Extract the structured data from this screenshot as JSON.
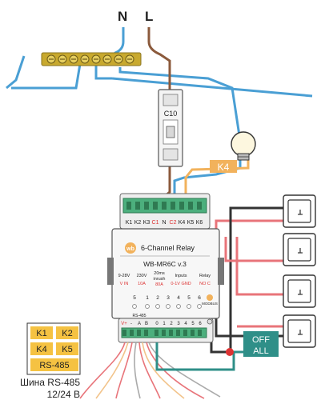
{
  "power": {
    "n_label": "N",
    "l_label": "L"
  },
  "breaker": {
    "label": "C10"
  },
  "lamp_wire_label": "K4",
  "relay": {
    "top_terminals": [
      "K1",
      "K2",
      "K3",
      "C1",
      "N",
      "C2",
      "K4",
      "K5",
      "K6"
    ],
    "title": "6-Channel Relay",
    "model": "WB-MR6C v.3",
    "spec_vin_top": "9-28V",
    "spec_vin_bottom": "V IN",
    "spec_ac_top": "230V",
    "spec_ac_bottom": "10A",
    "spec_inrush_top": "20ms",
    "spec_inrush_mid": "inrush",
    "spec_inrush_bottom": "80A",
    "inputs_label": "Inputs",
    "inputs_sub": "0-1V  GND",
    "relay_label": "Relay",
    "relay_sub": "NO  C",
    "led_numbers": [
      "5",
      "1",
      "2",
      "3",
      "4",
      "5",
      "6"
    ],
    "modbus_label": "MODBUS",
    "rs485_label": "RS-485",
    "bottom_terminals": [
      "V+",
      "-",
      "A",
      "B",
      "0",
      "1",
      "2",
      "3",
      "4",
      "5",
      "6"
    ]
  },
  "legend": {
    "k1": "K1",
    "k2": "K2",
    "k4": "K4",
    "k5": "K5",
    "rs485": "RS-485"
  },
  "bus_label": {
    "line1": "Шина RS-485",
    "line2": "12/24  В"
  },
  "off_all": {
    "line1": "OFF",
    "line2": "ALL"
  },
  "colors": {
    "neutral": "#4a9fd4",
    "phase": "#8b5a3c",
    "lamp_wire": "#f2b25c",
    "red_wire": "#e8747a",
    "dark_wire": "#333333",
    "teal": "#2f8f88",
    "green_terminal": "#4caf7d",
    "legend_yellow": "#f5c242",
    "bus_bar": "#c8a92e"
  },
  "icons": [
    "lamp-icon",
    "wallswitch-icon",
    "wb-logo-icon",
    "screw-icon"
  ]
}
